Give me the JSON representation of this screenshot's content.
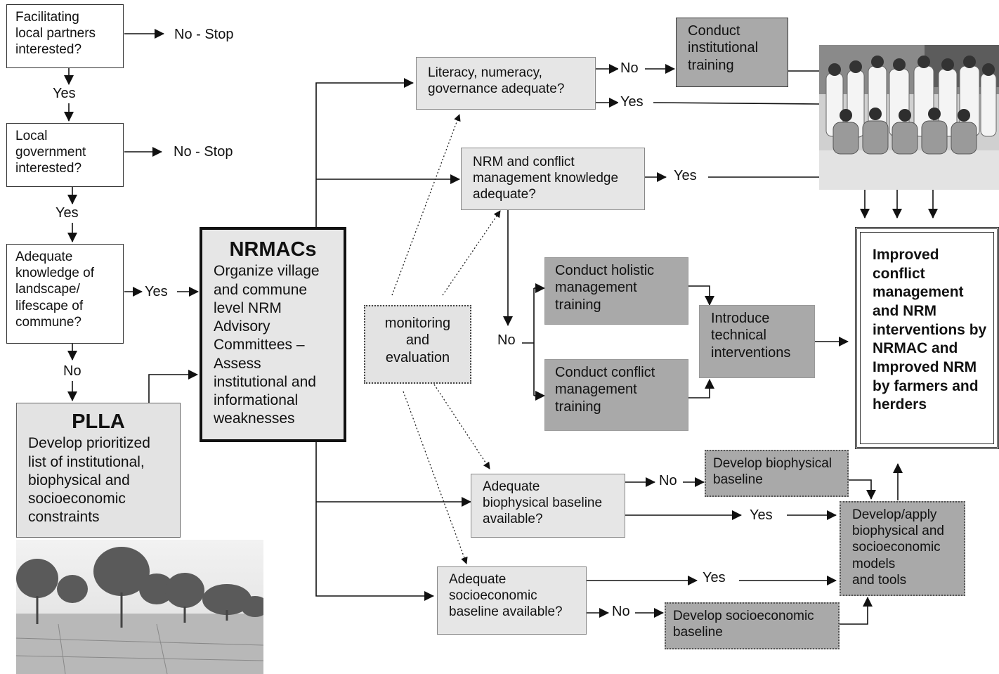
{
  "boxes": {
    "facilitating": "Facilitating\nlocal partners\ninterested?",
    "local_gov": "Local\ngovernment\ninterested?",
    "adequate_knowledge": "Adequate\nknowledge of\nlandscape/\nlifescape of\ncommune?",
    "plla_title": "PLLA",
    "plla_body": "Develop prioritized\nlist of institutional,\nbiophysical and\nsocioeconomic\nconstraints",
    "nrmacs_title": "NRMACs",
    "nrmacs_body": "Organize village\nand commune\nlevel NRM\nAdvisory\nCommittees –\nAssess\ninstitutional and\ninformational\nweaknesses",
    "monitoring": "monitoring\nand\nevaluation",
    "literacy": "Literacy, numeracy,\ngovernance adequate?",
    "nrm_conflict": "NRM and conflict\nmanagement knowledge\nadequate?",
    "institutional_training": "Conduct\ninstitutional\ntraining",
    "holistic_training": "Conduct holistic\nmanagement\ntraining",
    "conflict_training": "Conduct conflict\nmanagement\ntraining",
    "technical": "Introduce\ntechnical\ninterventions",
    "biophysical_q": "Adequate\nbiophysical baseline\navailable?",
    "socioeconomic_q": "Adequate\nsocioeconomic\nbaseline available?",
    "dev_biophysical": "Develop biophysical\nbaseline",
    "dev_socioeconomic": "Develop socioeconomic\nbaseline",
    "models": "Develop/apply\nbiophysical and\nsocioeconomic\nmodels\nand tools",
    "outcome": "Improved\nconflict\nmanagement\nand NRM\ninterventions\nby NRMAC\n      and\nImproved NRM\nby farmers and\nherders"
  },
  "labels": {
    "no_stop_1": "No - Stop",
    "no_stop_2": "No - Stop",
    "yes_1": "Yes",
    "yes_2": "Yes",
    "yes_3": "Yes",
    "no_1": "No",
    "literacy_no": "No",
    "literacy_yes": "Yes",
    "nrm_yes": "Yes",
    "nrm_no": "No",
    "bio_no": "No",
    "bio_yes": "Yes",
    "socio_yes": "Yes",
    "socio_no": "No"
  },
  "colors": {
    "light_box": "#e6e6e6",
    "dark_box": "#a9a9a9",
    "line": "#111111"
  },
  "images": {
    "landscape_photo": "landscape-photo",
    "group_photo": "group-photo"
  }
}
